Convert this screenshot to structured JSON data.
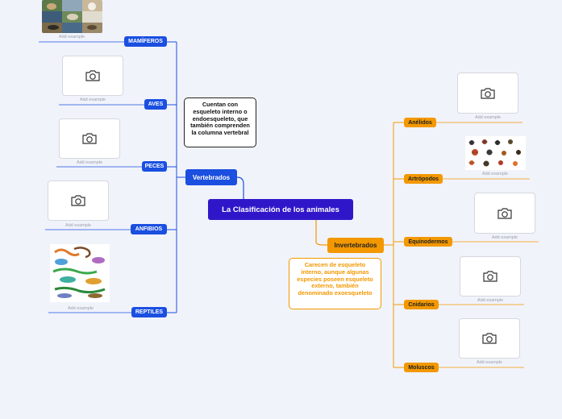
{
  "root": {
    "label": "La Clasificación de los animales"
  },
  "vertebrados": {
    "label": "Vertebrados",
    "note": "Cuentan con esqueleto interno o endoesqueleto, que también comprenden la columna vertebral",
    "children": [
      {
        "label": "MAMÍFEROS",
        "caption": "Add example"
      },
      {
        "label": "AVES",
        "caption": "Add example"
      },
      {
        "label": "PECES",
        "caption": "Add example"
      },
      {
        "label": "ANFIBIOS",
        "caption": "Add example"
      },
      {
        "label": "REPTILES",
        "caption": "Add example"
      }
    ]
  },
  "invertebrados": {
    "label": "Invertebrados",
    "note": "Carecen de esqueleto interno, aunque algunas especies poseen esqueleto externo, también denominado exoesqueleto",
    "children": [
      {
        "label": "Anélidos",
        "caption": "Add example"
      },
      {
        "label": "Artrópodos",
        "caption": "Add example"
      },
      {
        "label": "Equinodermos",
        "caption": "Add example"
      },
      {
        "label": "Cnidarios",
        "caption": "Add example"
      },
      {
        "label": "Moluscos",
        "caption": "Add example"
      }
    ]
  },
  "colors": {
    "root": "#2f17c9",
    "vertebrate_branch": "#1a4fe0",
    "invertebrate_branch": "#f39800",
    "background": "#f1f3fb"
  },
  "icons": {
    "placeholder": "camera-icon"
  }
}
